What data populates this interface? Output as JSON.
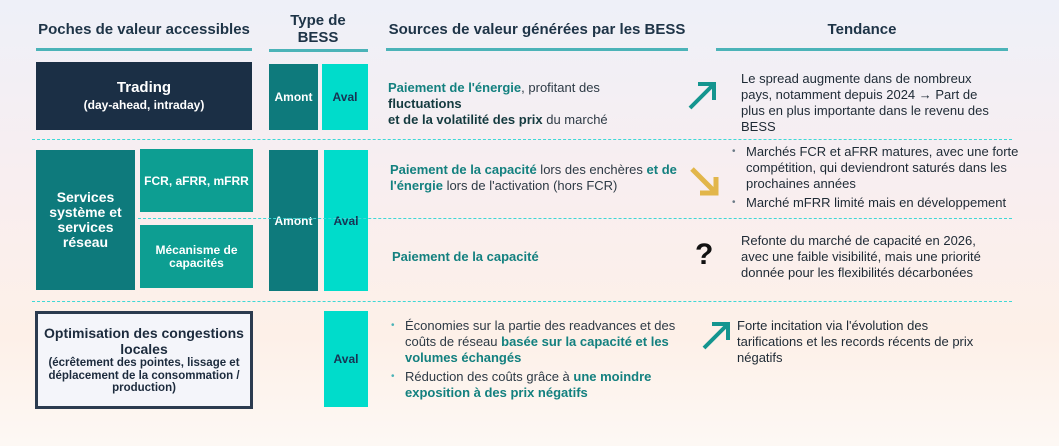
{
  "headers": {
    "poches": "Poches de valeur accessibles",
    "type": "Type de BESS",
    "sources": "Sources de valeur générées par les BESS",
    "tendance": "Tendance"
  },
  "rows": {
    "trading": {
      "title": "Trading",
      "subtitle": "(day-ahead, intraday)",
      "amont": "Amont",
      "aval": "Aval",
      "source_b1": "Paiement de l'énergie",
      "source_t1": ", profitant des ",
      "source_b2": "fluctuations",
      "source_b3": "et de la volatilité des prix",
      "source_t2": " du marché",
      "trend_icon": "arrow-up-right-icon",
      "trend_color": "#14958f",
      "trend_text": "Le spread augmente dans de nombreux pays, notamment depuis 2024 → Part de plus en plus importante dans le revenu des BESS"
    },
    "services": {
      "title": "Services système et services réseau",
      "sub1": "FCR, aFRR, mFRR",
      "sub2": "Mécanisme de capacités",
      "amont": "Amont",
      "aval": "Aval",
      "source1_b1": "Paiement de la capacité",
      "source1_t1": " lors des enchères ",
      "source1_b2": "et de l'énergie",
      "source1_t2": " lors de l'activation (hors FCR)",
      "trend1_icon": "arrow-down-right-icon",
      "trend1_color": "#e2b64a",
      "trend1_bullets": [
        "Marchés FCR et aFRR matures, avec une forte compétition, qui deviendront saturés dans les prochaines années",
        "Marché mFRR limité mais en développement"
      ],
      "source2_b1": "Paiement de la capacité",
      "trend2_icon": "question-mark-icon",
      "trend2_symbol": "?",
      "trend2_text": "Refonte du marché de capacité en 2026, avec une faible visibilité, mais une priorité donnée pour les flexibilités décarbonées"
    },
    "optimisation": {
      "title": "Optimisation des congestions locales",
      "subtitle": "(écrêtement des pointes, lissage et déplacement de la consommation / production)",
      "aval": "Aval",
      "bullet1_t1": "Économies sur la partie des readvances et des coûts de réseau ",
      "bullet1_b1": "basée sur la capacité et les volumes échangés",
      "bullet2_t1": "Réduction des coûts grâce à ",
      "bullet2_b1": "une moindre exposition à des prix négatifs",
      "trend_icon": "arrow-up-right-icon",
      "trend_color": "#14958f",
      "trend_text": "Forte incitation via l'évolution des tarifications et les records récents de prix négatifs"
    }
  },
  "colors": {
    "dark_navy": "#1b2f45",
    "teal_dark": "#0e7a7c",
    "teal_mid": "#0d9e92",
    "teal_bright": "#00dccb",
    "header_line": "#4bb3b8",
    "dashed": "#3fd8d6",
    "arrow_up": "#14958f",
    "arrow_down": "#e2b64a"
  }
}
